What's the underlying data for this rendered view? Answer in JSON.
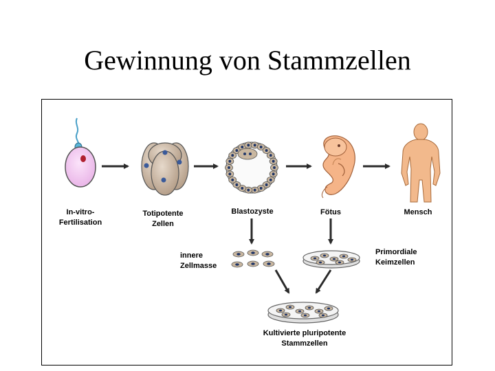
{
  "title": "Gewinnung von Stammzellen",
  "labels": {
    "ivf_line1": "In-vitro-",
    "ivf_line2": "Fertilisation",
    "toti_line1": "Totipotente",
    "toti_line2": "Zellen",
    "blastozyste": "Blastozyste",
    "foetus": "Fötus",
    "mensch": "Mensch",
    "innere_line1": "innere",
    "innere_line2": "Zellmasse",
    "primordiale_line1": "Primordiale",
    "primordiale_line2": "Keimzellen",
    "kultiviert_line1": "Kultivierte pluripotente",
    "kultiviert_line2": "Stammzellen"
  },
  "colors": {
    "egg": "#f2c8f0",
    "cell": "#cbb8a3",
    "nucleus": "#3a5a9a",
    "foetus": "#f5b488",
    "human": "#f2b98c",
    "arrow": "#2a2a2a"
  },
  "icons": [
    "egg-cell-icon",
    "totipotent-cells-icon",
    "blastocyst-icon",
    "foetus-icon",
    "human-icon",
    "inner-cell-mass-icon",
    "petri-dish-icon"
  ]
}
